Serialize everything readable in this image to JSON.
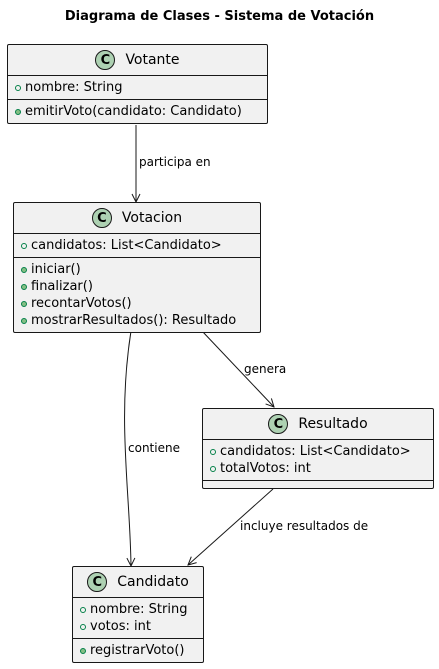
{
  "title": "Diagrama de Clases - Sistema de Votación",
  "icons": {
    "class_badge": "C"
  },
  "colors": {
    "class_fill": "#f1f1f1",
    "badge_fill": "#add1b2",
    "border": "#181818"
  },
  "classes": {
    "votante": {
      "name": "Votante",
      "attributes": [
        "nombre: String"
      ],
      "methods": [
        "emitirVoto(candidato: Candidato)"
      ]
    },
    "votacion": {
      "name": "Votacion",
      "attributes": [
        "candidatos: List<Candidato>"
      ],
      "methods": [
        "iniciar()",
        "finalizar()",
        "recontarVotos()",
        "mostrarResultados(): Resultado"
      ]
    },
    "resultado": {
      "name": "Resultado",
      "attributes": [
        "candidatos: List<Candidato>",
        "totalVotos: int"
      ],
      "methods": []
    },
    "candidato": {
      "name": "Candidato",
      "attributes": [
        "nombre: String",
        "votos: int"
      ],
      "methods": [
        "registrarVoto()"
      ]
    }
  },
  "relations": {
    "participa": "participa en",
    "genera": "genera",
    "contiene": "contiene",
    "incluye": "incluye resultados de"
  }
}
